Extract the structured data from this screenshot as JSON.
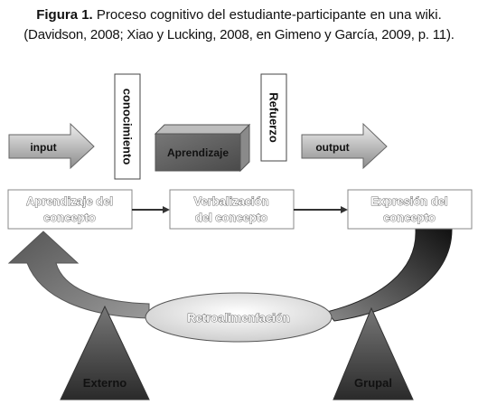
{
  "caption": {
    "figure_label": "Figura 1.",
    "title": "Proceso cognitivo del estudiante-participante en una wiki.",
    "citation": "(Davidson, 2008; Xiao y Lucking, 2008, en Gimeno y García, 2009, p. 11)."
  },
  "diagram": {
    "input_label": "input",
    "output_label": "output",
    "conocimiento_label": "conocimiento",
    "refuerzo_label": "Refuerzo",
    "aprendizaje_label": "Aprendizaje",
    "stages": [
      {
        "line1": "Aprendizaje del",
        "line2": "concepto"
      },
      {
        "line1": "Verbalización",
        "line2": "del concepto"
      },
      {
        "line1": "Expresión del",
        "line2": "concepto"
      }
    ],
    "feedback_label": "Retroalimenfación",
    "external_label": "Externo",
    "group_label": "Grupal"
  }
}
